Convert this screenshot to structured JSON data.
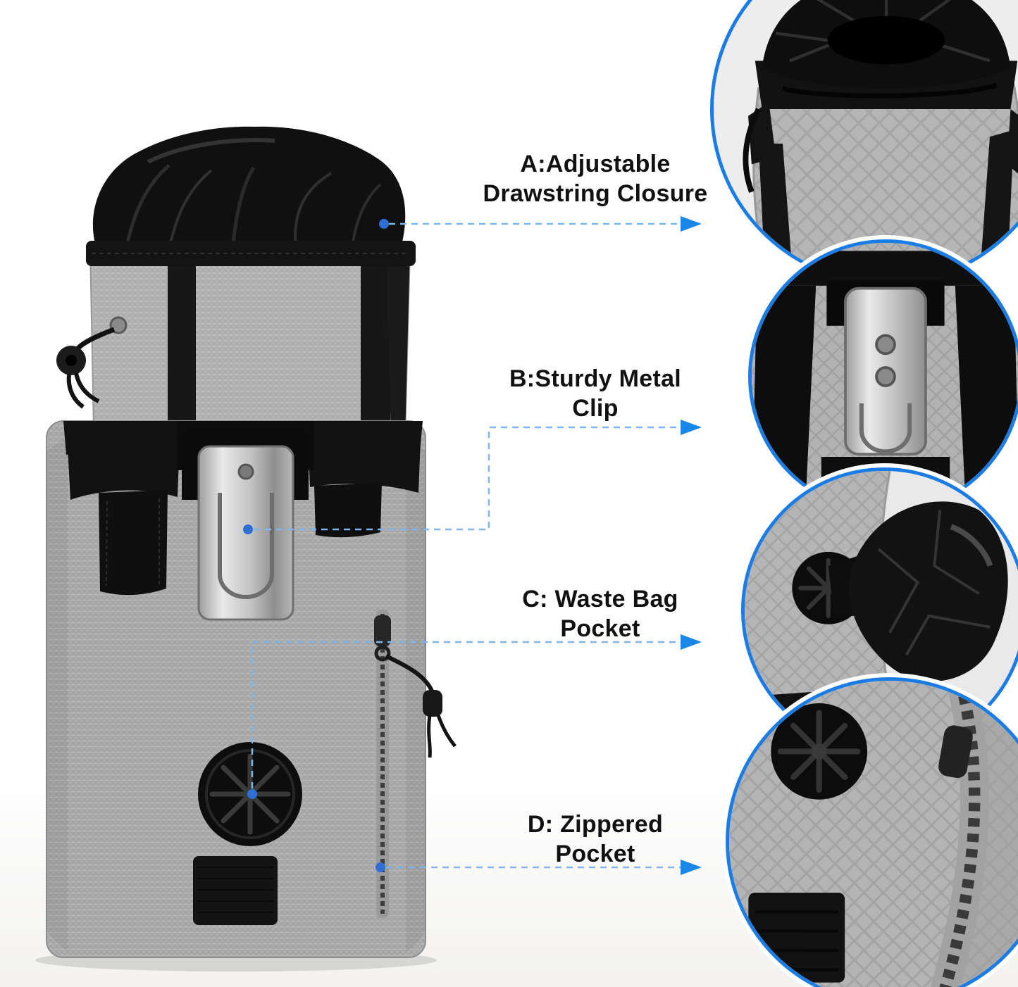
{
  "page": {
    "description": "Dog treat training pouch feature callout infographic",
    "background": "#ffffff"
  },
  "style": {
    "circle_ring_blue": "#1a7ce4",
    "connector_line_blue": "#7fb6ec",
    "arrow_blue": "#1887e8",
    "dot_blue": "#2e6fd6",
    "label_text_color": "#111111",
    "fabric_gray": "#b4b4b4",
    "fabric_black": "#121212",
    "clip_silver": "#c2c2c2"
  },
  "callouts": [
    {
      "id": "A",
      "line1": "A:Adjustable",
      "line2": "Drawstring Closure"
    },
    {
      "id": "B",
      "line1": "B:Sturdy Metal",
      "line2": "Clip"
    },
    {
      "id": "C",
      "line1": "C: Waste Bag",
      "line2": "Pocket"
    },
    {
      "id": "D",
      "line1": "D: Zippered",
      "line2": "Pocket"
    }
  ],
  "details": [
    {
      "name": "drawstring-closure-top-view"
    },
    {
      "name": "metal-clip-closeup"
    },
    {
      "name": "waste-bag-dispenser-closeup"
    },
    {
      "name": "zippered-pocket-closeup"
    }
  ]
}
